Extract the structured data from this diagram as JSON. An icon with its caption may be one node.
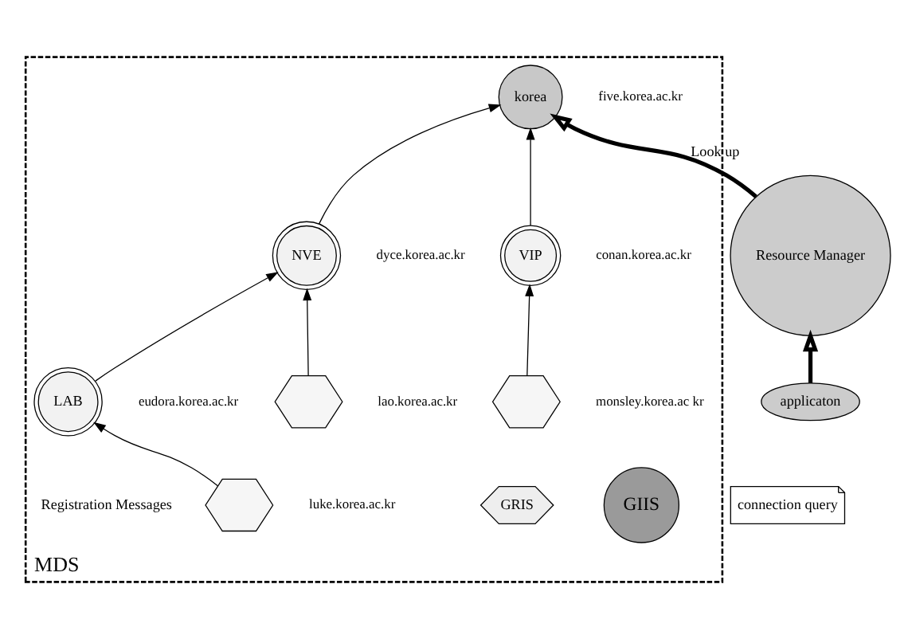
{
  "diagram": {
    "nodes": [
      {
        "text": [
          "MDS"
        ]
      },
      {
        "text": [
          "GIIS"
        ],
        "in": 0
      },
      {
        "text": [
          "GRIS"
        ],
        "in": 0
      },
      {
        "text": [
          "korea"
        ],
        "in": 0,
        "beside": [
          "five.korea.ac.kr"
        ]
      },
      {
        "text": [
          "VIP"
        ],
        "in": 0,
        "beside": [
          "conan.korea.ac.kr"
        ]
      },
      {
        "text": [
          "NVE"
        ],
        "in": 0,
        "beside": [
          "dyce.korea.ac.kr"
        ]
      },
      {
        "text": [],
        "shape": "hexagon",
        "in": 0,
        "beside": [
          "monsley.korea.ac kr"
        ]
      },
      {
        "text": [],
        "shape": "hexagon",
        "in": 0,
        "beside": [
          "lao.korea.ac.kr"
        ]
      },
      {
        "text": [
          "LAB"
        ],
        "in": 0,
        "beside": [
          "eudora.korea.ac.kr"
        ]
      },
      {
        "text": [],
        "shape": "hexagon",
        "in": 0,
        "beside": [
          "luke.korea.ac.kr"
        ]
      },
      {
        "text": [
          "connection query"
        ]
      },
      {
        "text": [
          "applicaton"
        ]
      },
      {
        "text": [
          "Resource Manager"
        ]
      }
    ],
    "edges": [
      {
        "from": 4,
        "to": 3,
        "arrow": "to"
      },
      {
        "from": 5,
        "to": 3,
        "arrow": "to"
      },
      {
        "from": 6,
        "to": 4,
        "arrow": "to"
      },
      {
        "from": 7,
        "to": 5,
        "arrow": "to"
      },
      {
        "from": 8,
        "to": 5,
        "arrow": "to"
      },
      {
        "from": 9,
        "to": 8,
        "arrow": "to"
      },
      {
        "from": 12,
        "to": 3,
        "arrow": "to",
        "label": "Look up",
        "style": "thick"
      },
      {
        "from": 11,
        "to": 12,
        "arrow": "to",
        "style": "thick"
      }
    ],
    "labels": [
      "Registration Messages"
    ]
  }
}
